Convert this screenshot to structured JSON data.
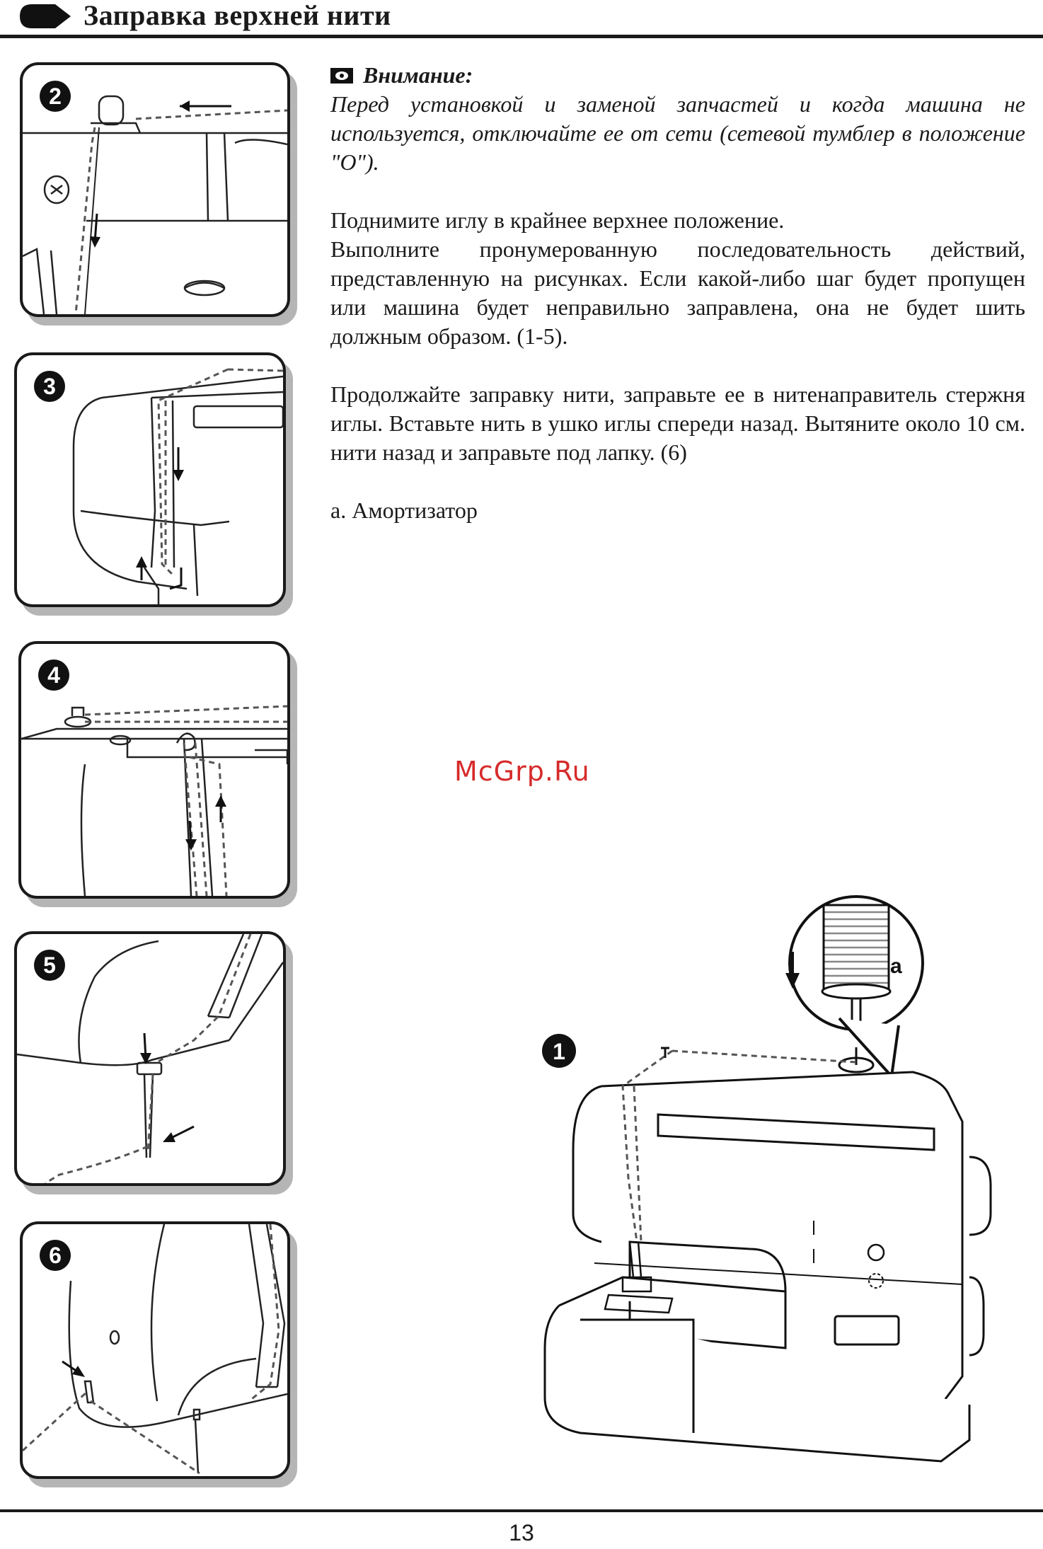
{
  "header": {
    "title": "Заправка верхней нити"
  },
  "steps": [
    {
      "number": "2"
    },
    {
      "number": "3"
    },
    {
      "number": "4"
    },
    {
      "number": "5"
    },
    {
      "number": "6"
    },
    {
      "number": "1"
    }
  ],
  "warning": {
    "heading": "Внимание:",
    "body": "Перед установкой и заменой запчастей и когда машина не используется, отключайте ее от сети (сетевой тумблер в положение \"O\")."
  },
  "paragraphs": [
    "Поднимите иглу в крайнее верхнее положение.",
    "Выполните пронумерованную последовательность действий, представленную на рисунках. Если какой-либо шаг будет пропущен или машина будет неправильно заправлена, она не будет шить должным образом. (1-5).",
    "Продолжайте заправку нити, заправьте ее в нитенаправитель стержня иглы. Вставьте нить в ушко иглы спереди назад. Вытяните около 10 см. нити назад и заправьте под лапку. (6)",
    "a. Амортизатор"
  ],
  "callout_label": "a",
  "watermark": "McGrp.Ru",
  "page_number": "13"
}
